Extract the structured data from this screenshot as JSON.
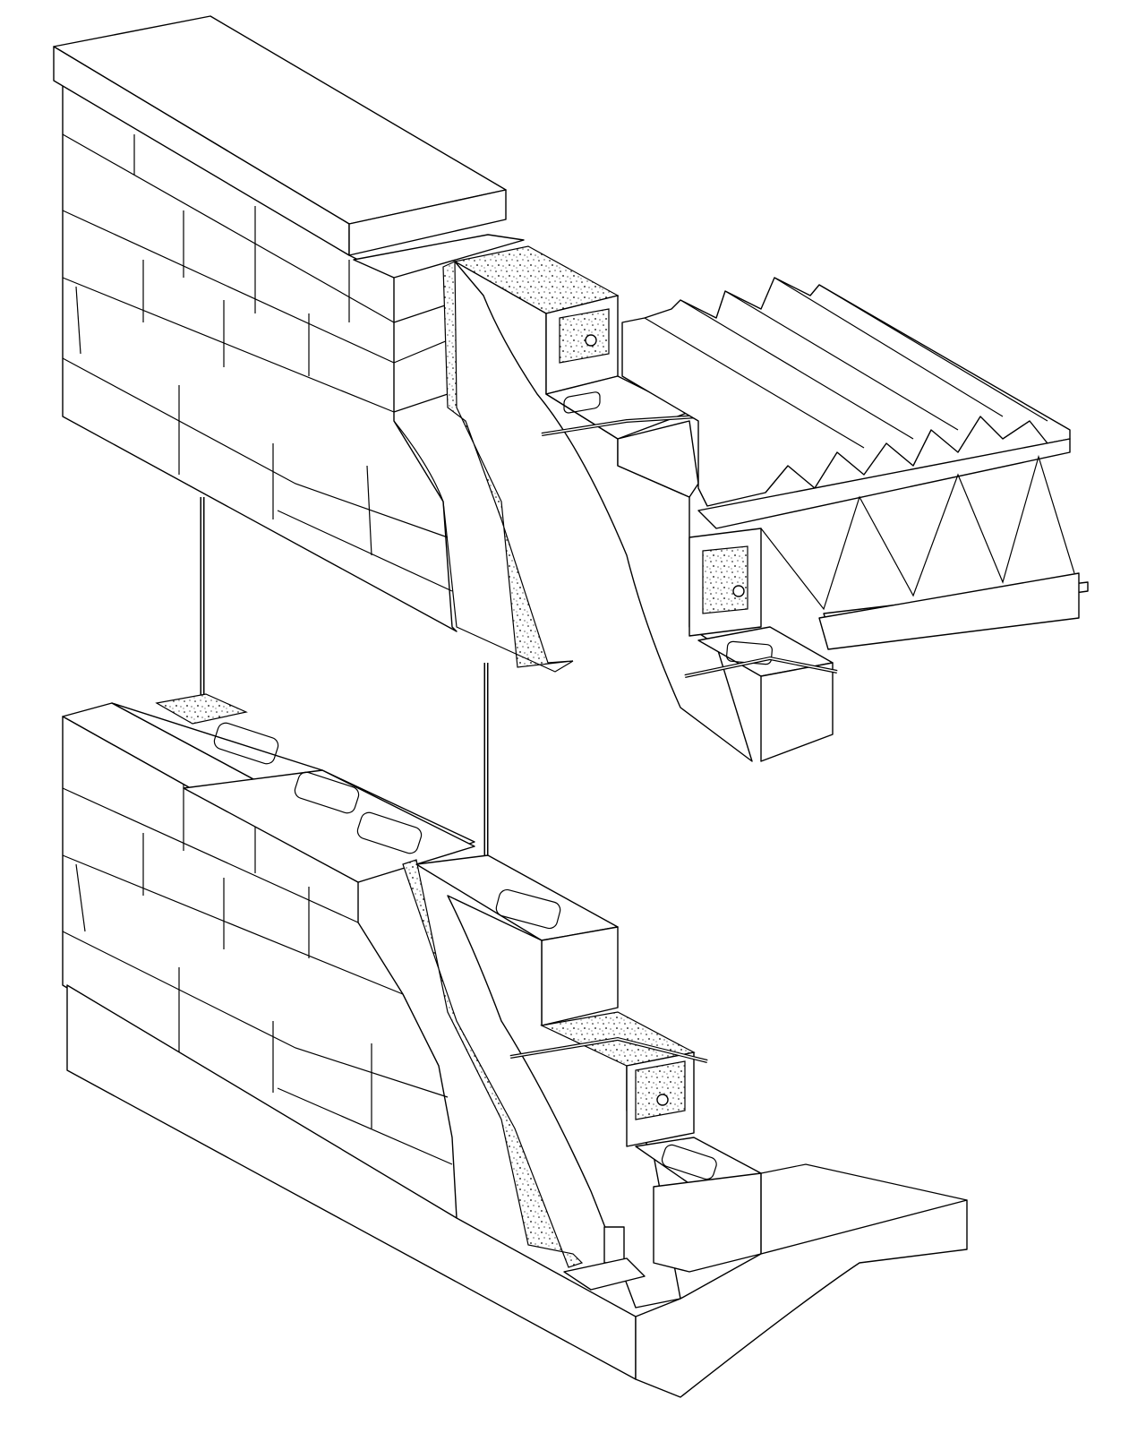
{
  "drawing": {
    "style": "black-and-white isometric line drawing",
    "line_color": "#000000",
    "background_color": "#ffffff",
    "components": [
      "cap-stone",
      "brick-veneer-upper",
      "cmu-backup-upper",
      "steel-roof-deck",
      "open-web-steel-joist",
      "bearing-angle",
      "brick-veneer-lower",
      "cmu-backup-lower",
      "bond-beam",
      "grouted-cells",
      "vertical-rebar",
      "joint-reinforcement",
      "flashing",
      "weep",
      "foundation-slab"
    ]
  }
}
